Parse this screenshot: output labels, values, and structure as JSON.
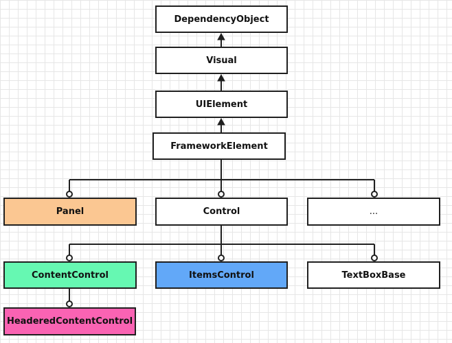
{
  "nodes": {
    "dependency_object": "DependencyObject",
    "visual": "Visual",
    "ui_element": "UIElement",
    "framework_element": "FrameworkElement",
    "panel": "Panel",
    "control": "Control",
    "ellipsis": "...",
    "content_control": "ContentControl",
    "items_control": "ItemsControl",
    "text_box_base": "TextBoxBase",
    "headered_content_control": "HeaderedContentControl"
  },
  "colors": {
    "panel": "#fbc792",
    "content_control": "#66f8b2",
    "items_control": "#62a8f8",
    "headered_content_control": "#fa63b3",
    "default": "#ffffff"
  },
  "edges": [
    {
      "from": "visual",
      "to": "dependency_object",
      "type": "inheritance-arrow"
    },
    {
      "from": "ui_element",
      "to": "visual",
      "type": "inheritance-arrow"
    },
    {
      "from": "framework_element",
      "to": "ui_element",
      "type": "inheritance-arrow"
    },
    {
      "from": "framework_element",
      "to": "panel",
      "type": "circle-connector"
    },
    {
      "from": "framework_element",
      "to": "control",
      "type": "circle-connector"
    },
    {
      "from": "framework_element",
      "to": "ellipsis",
      "type": "circle-connector"
    },
    {
      "from": "control",
      "to": "content_control",
      "type": "circle-connector"
    },
    {
      "from": "control",
      "to": "items_control",
      "type": "circle-connector"
    },
    {
      "from": "control",
      "to": "text_box_base",
      "type": "circle-connector"
    },
    {
      "from": "content_control",
      "to": "headered_content_control",
      "type": "circle-connector"
    }
  ]
}
